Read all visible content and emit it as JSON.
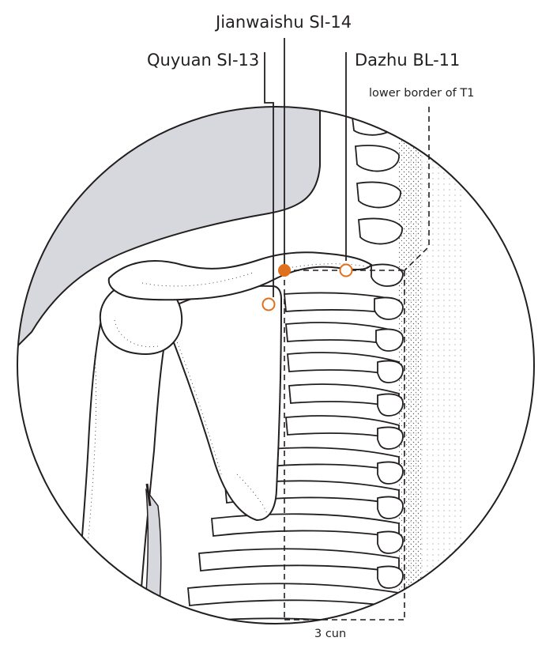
{
  "labels": {
    "jianwaishu": "Jianwaishu SI-14",
    "quyuan": "Quyuan SI-13",
    "dazhu": "Dazhu BL-11",
    "t1_border": "lower border of T1",
    "measure": "3 cun"
  },
  "colors": {
    "ink": "#231f20",
    "bone_fill": "#ffffff",
    "head_fill": "#d6d8dd",
    "point_accent": "#e0701d",
    "stipple": "#5a5a5a"
  },
  "points": [
    {
      "name": "Jianwaishu SI-14",
      "style": "filled"
    },
    {
      "name": "Quyuan SI-13",
      "style": "open"
    },
    {
      "name": "Dazhu BL-11",
      "style": "open"
    }
  ]
}
